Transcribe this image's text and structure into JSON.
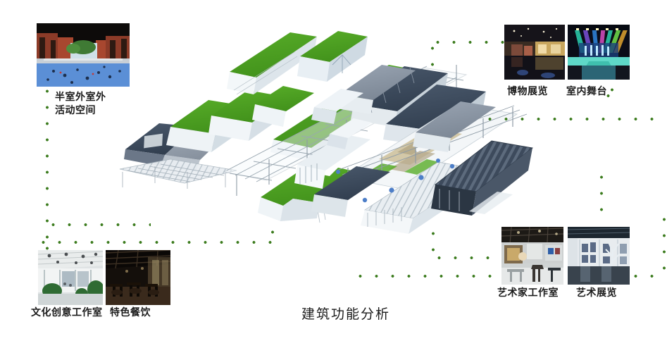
{
  "title": "建筑功能分析",
  "colors": {
    "dot_green": "#3c7c1e",
    "roof_green": "#4ca021",
    "roof_green_dark": "#3f8a1c",
    "roof_slate": "#3d4a5c",
    "roof_slate_light": "#8c96a6",
    "building_white": "#f2f5f7",
    "building_shade": "#d8e0e6",
    "trellis": "#a8b4bd",
    "marker_blue": "#4d7ec8",
    "text": "#1b1b1b",
    "background": "#ffffff"
  },
  "callouts": [
    {
      "id": "semi-outdoor",
      "label_line1": "半室外室外",
      "label_line2": "活动空间",
      "image_name": "semi-outdoor-activity-space-photo",
      "corner": "top-left"
    },
    {
      "id": "museum",
      "label": "博物展览",
      "image_name": "museum-exhibition-photo",
      "corner": "top-right"
    },
    {
      "id": "indoor-stage",
      "label": "室内舞台",
      "image_name": "indoor-stage-photo",
      "corner": "top-right"
    },
    {
      "id": "cultural-studio",
      "label": "文化创意工作室",
      "image_name": "cultural-creative-studio-photo",
      "corner": "bottom-left"
    },
    {
      "id": "dining",
      "label": "特色餐饮",
      "image_name": "specialty-dining-photo",
      "corner": "bottom-left"
    },
    {
      "id": "artist-studio",
      "label": "艺术家工作室",
      "image_name": "artist-studio-photo",
      "corner": "bottom-right"
    },
    {
      "id": "art-exhibition",
      "label": "艺术展览",
      "image_name": "art-exhibition-photo",
      "corner": "bottom-right"
    }
  ],
  "diagram": {
    "name": "architectural-function-axonometric",
    "description": "Axonometric 3D massing model of a linear factory-conversion complex with green roofs, slate sawtooth roofs, white steel trellis canopies and an open plaza"
  }
}
